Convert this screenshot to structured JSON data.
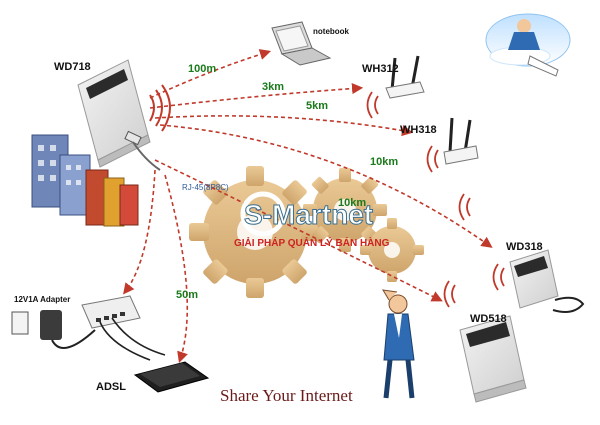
{
  "labels": {
    "wd718": "WD718",
    "notebook": "notebook",
    "wh312": "WH312",
    "wh318": "WH318",
    "wd318": "WD318",
    "wd518": "WD518",
    "adsl": "ADSL",
    "adapter": "12V1A Adapter",
    "rj45": "RJ-45(8P8C)"
  },
  "distances": {
    "d100m": "100m",
    "d3km": "3km",
    "d5km": "5km",
    "d10km": "10km",
    "d10km_b": "10km",
    "d50m": "50m"
  },
  "brand": {
    "name": "S-Martnet",
    "tagline": "GIẢI PHÁP QUẢN LÝ BÁN HÀNG"
  },
  "footer": {
    "title": "Share Your Internet"
  },
  "colors": {
    "link_line": "#c0392b",
    "distance_text": "#1b7a1b",
    "gear": "#d8b27a",
    "router_face": "#e9e9e9",
    "building": "#6f86b8"
  }
}
